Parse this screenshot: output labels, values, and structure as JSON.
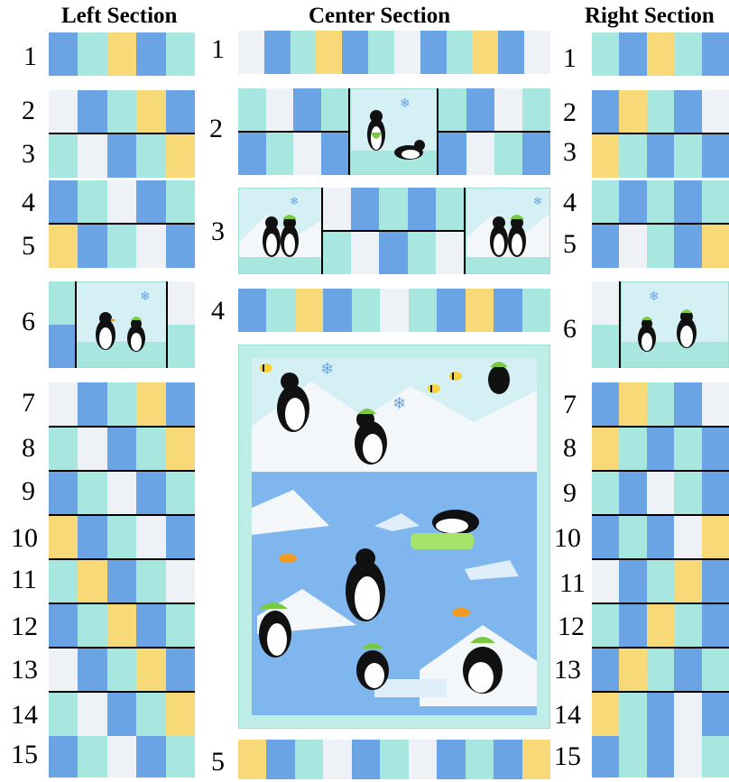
{
  "headers": {
    "left": "Left Section",
    "center": "Center Section",
    "right": "Right Section"
  },
  "row_numbers": {
    "left": [
      "1",
      "2",
      "3",
      "4",
      "5",
      "6",
      "7",
      "8",
      "9",
      "10",
      "11",
      "12",
      "13",
      "14",
      "15"
    ],
    "center": [
      "1",
      "2",
      "3",
      "4",
      "5"
    ],
    "right": [
      "1",
      "2",
      "3",
      "4",
      "5",
      "6",
      "7",
      "8",
      "9",
      "10",
      "11",
      "12",
      "13",
      "14",
      "15"
    ]
  },
  "fabrics": {
    "blue": "#6aa4e4",
    "aqua": "#a8e6e0",
    "white": "#eef2f6",
    "yellow": "#f8d978",
    "panel_border": "#bfeee9",
    "water": "#7fb6ee",
    "sky": "#d4f0f4"
  },
  "panel_icons": [
    "penguin-icon",
    "bee-icon",
    "snowflake-icon",
    "iceberg-icon",
    "fish-icon"
  ]
}
